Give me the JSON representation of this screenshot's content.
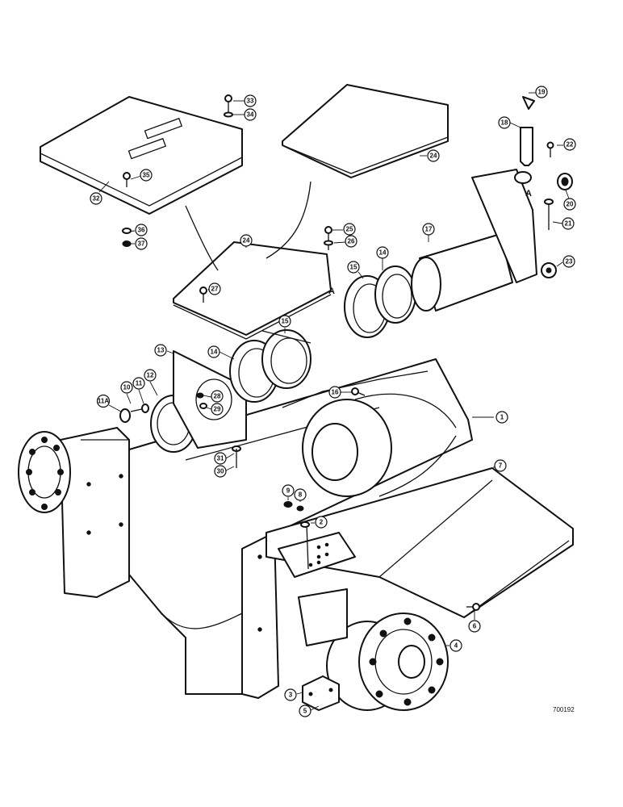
{
  "figure_id": "700192",
  "point_letter": "A",
  "callouts": [
    {
      "label": "1"
    },
    {
      "label": "2"
    },
    {
      "label": "3"
    },
    {
      "label": "4"
    },
    {
      "label": "5"
    },
    {
      "label": "6"
    },
    {
      "label": "7"
    },
    {
      "label": "8"
    },
    {
      "label": "9"
    },
    {
      "label": "10"
    },
    {
      "label": "11"
    },
    {
      "label": "11A"
    },
    {
      "label": "12"
    },
    {
      "label": "13"
    },
    {
      "label": "14"
    },
    {
      "label": "14"
    },
    {
      "label": "15"
    },
    {
      "label": "15"
    },
    {
      "label": "16"
    },
    {
      "label": "17"
    },
    {
      "label": "18"
    },
    {
      "label": "19"
    },
    {
      "label": "20"
    },
    {
      "label": "21"
    },
    {
      "label": "22"
    },
    {
      "label": "23"
    },
    {
      "label": "24"
    },
    {
      "label": "24"
    },
    {
      "label": "25"
    },
    {
      "label": "26"
    },
    {
      "label": "27"
    },
    {
      "label": "28"
    },
    {
      "label": "29"
    },
    {
      "label": "30"
    },
    {
      "label": "31"
    },
    {
      "label": "32"
    },
    {
      "label": "33"
    },
    {
      "label": "34"
    },
    {
      "label": "35"
    },
    {
      "label": "36"
    },
    {
      "label": "37"
    }
  ]
}
